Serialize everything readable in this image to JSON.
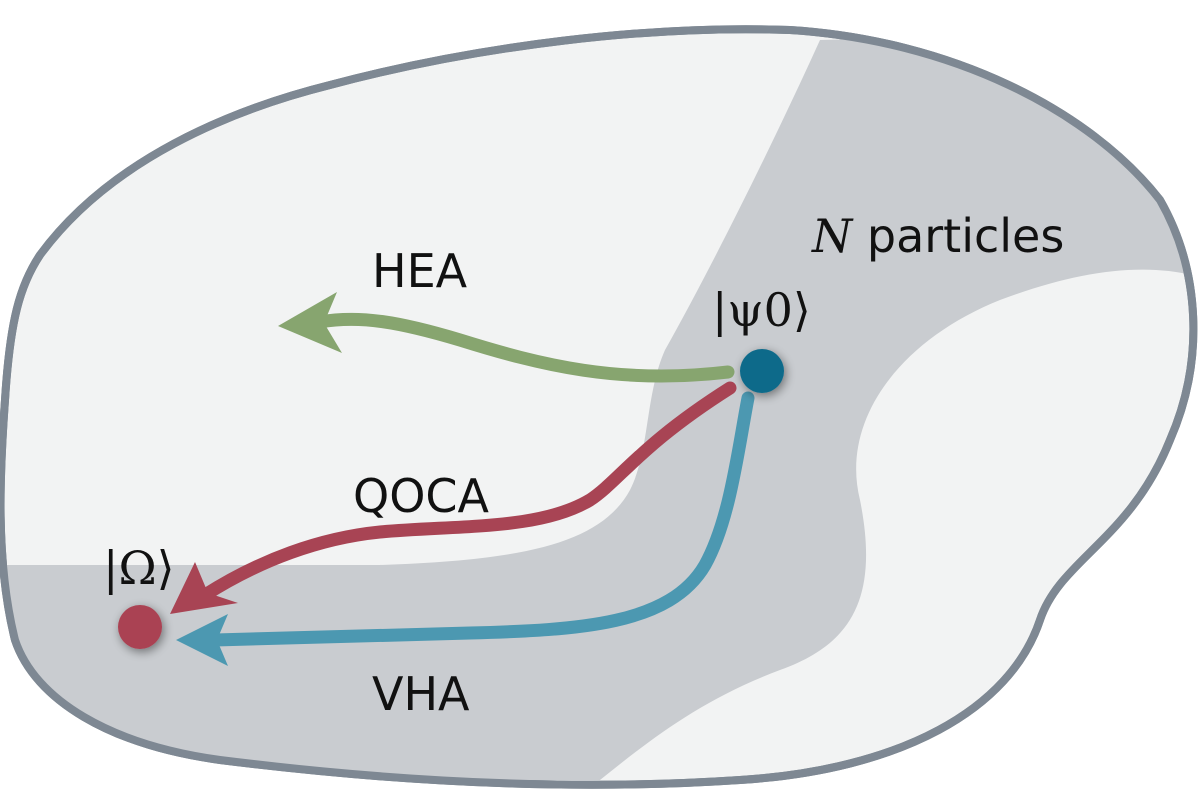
{
  "labels": {
    "region_label_symbol": "N",
    "region_label_text": " particles",
    "initial_state_label": "|ψ0⟩",
    "ground_state_label": "|Ω⟩",
    "hea": "HEA",
    "qoca": "QOCA",
    "vha": "VHA"
  },
  "colors": {
    "outer_fill": "#f2f3f3",
    "outer_stroke": "#7e8893",
    "band_fill": "#c9ccd0",
    "hea_arrow": "#87a56f",
    "qoca_arrow": "#a84454",
    "vha_arrow": "#4c98b1",
    "initial_state_dot": "#0b6a8a",
    "ground_state_dot": "#aa4252"
  }
}
